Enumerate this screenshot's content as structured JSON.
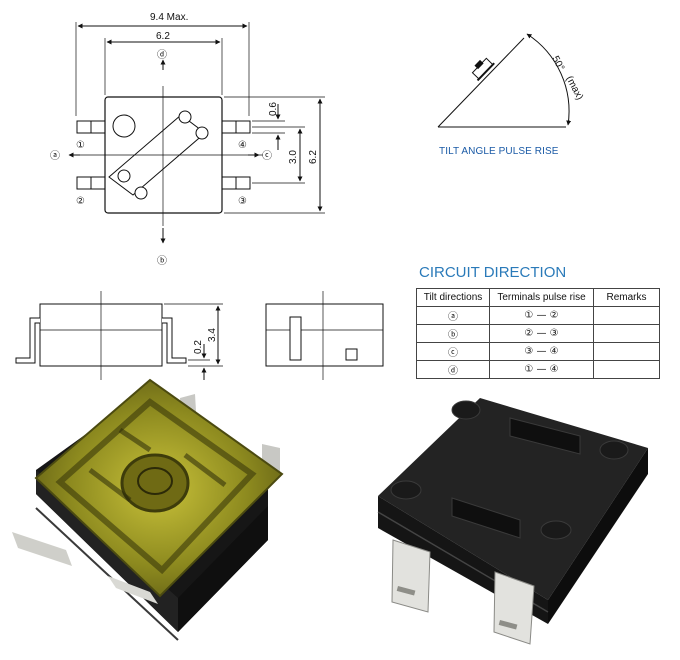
{
  "top_view": {
    "dim_overall_width": "9.4 Max.",
    "dim_body_width": "6.2",
    "dim_lead_width": "0.6",
    "dim_pitch": "3.0",
    "dim_body_height": "6.2",
    "direction_labels": {
      "a": "ⓐ",
      "b": "ⓑ",
      "c": "ⓒ",
      "d": "ⓓ"
    },
    "terminal_labels": {
      "t1": "①",
      "t2": "②",
      "t3": "③",
      "t4": "④"
    }
  },
  "tilt": {
    "angle_label": "50°",
    "max_label": "(max)",
    "caption": "TILT ANGLE PULSE RISE"
  },
  "side_view": {
    "dim_height": "3.4",
    "dim_standoff": "0.2"
  },
  "circuit": {
    "title": "CIRCUIT DIRECTION",
    "headers": [
      "Tilt directions",
      "Terminals pulse rise",
      "Remarks"
    ],
    "rows": [
      {
        "direction": "ⓐ",
        "terminals": "① — ②",
        "remarks": ""
      },
      {
        "direction": "ⓑ",
        "terminals": "② — ③",
        "remarks": ""
      },
      {
        "direction": "ⓒ",
        "terminals": "③ — ④",
        "remarks": ""
      },
      {
        "direction": "ⓓ",
        "terminals": "① — ④",
        "remarks": ""
      }
    ]
  },
  "colors": {
    "caption_blue": "#1a5aa6",
    "title_blue": "#2a7ab9",
    "component_body": "#1c1c1c",
    "translucent_top": "#8f8a1e",
    "terminal_metal": "#d8d8d4"
  }
}
